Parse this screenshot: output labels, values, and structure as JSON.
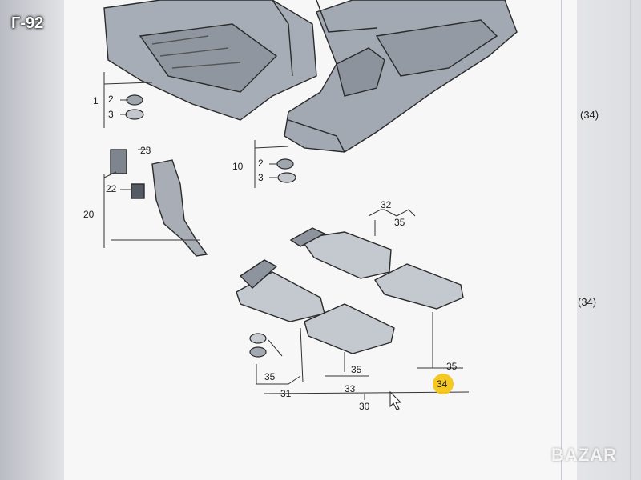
{
  "corner_label": "Г-92",
  "refs": {
    "top": "(34)",
    "middle": "(34)"
  },
  "watermark": "BAZAR",
  "callouts": {
    "c1": "1",
    "c2a": "2",
    "c3a": "3",
    "c10": "10",
    "c2b": "2",
    "c3b": "3",
    "c20": "20",
    "c22": "22",
    "c23": "23",
    "c32": "32",
    "c35a": "35",
    "c35b": "35",
    "c31": "31",
    "c35c": "35",
    "c33": "33",
    "c35d": "35",
    "c34": "34",
    "c30": "30"
  },
  "highlight_color": "#f5c518"
}
